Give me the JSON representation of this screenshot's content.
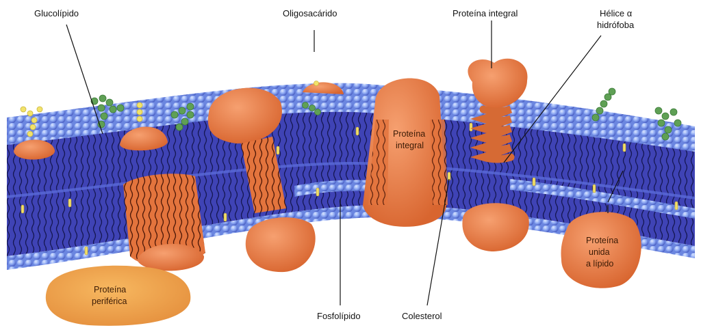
{
  "labels": {
    "glucolipido": "Glucolípido",
    "oligosacarido": "Oligosacárido",
    "proteina_integral_top": "Proteína integral",
    "helice_line1": "Hélice α",
    "helice_line2": "hidrófoba",
    "proteina_integral_inner_line1": "Proteína",
    "proteina_integral_inner_line2": "integral",
    "periferica_line1": "Proteína",
    "periferica_line2": "periférica",
    "fosfolipido": "Fosfolípido",
    "colesterol": "Colesterol",
    "unida_line1": "Proteína",
    "unida_line2": "unida",
    "unida_line3": "a lípido"
  },
  "colors": {
    "membrane_core": "#3d3fae",
    "membrane_edge": "#6f83e6",
    "head_ball": "#8fb0ff",
    "protein": "#e8814a",
    "protein_dark": "#c95f2c",
    "peripheral": "#f0a050",
    "oligosaccharide_green": "#5fa055",
    "glycolipid_yellow": "#f2e26a"
  }
}
